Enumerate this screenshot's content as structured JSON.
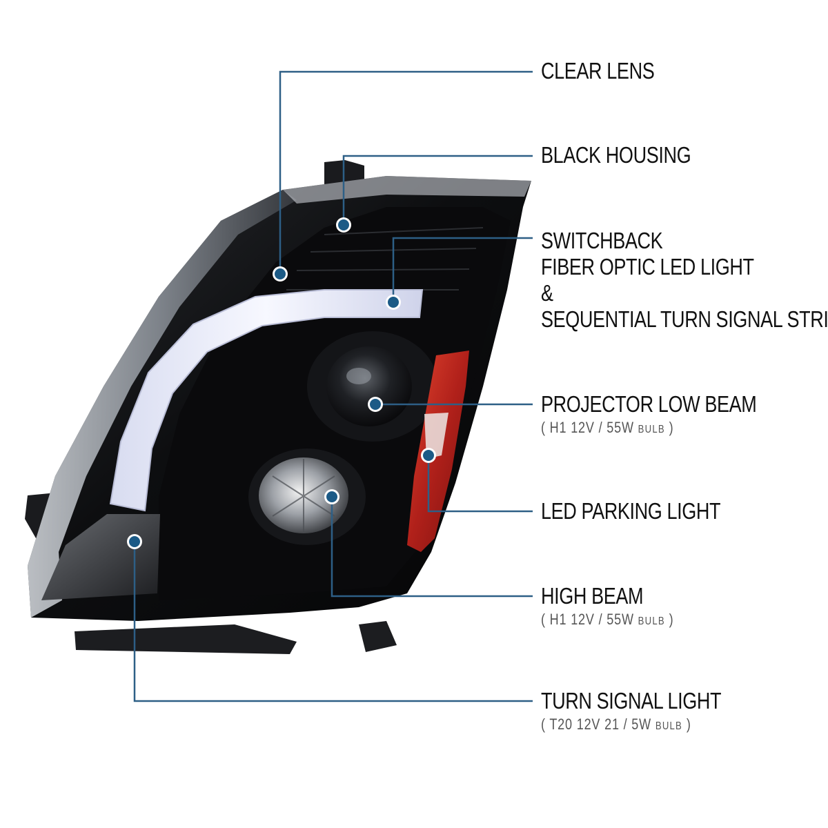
{
  "colors": {
    "callout_line": "#2d5f86",
    "callout_dot": "#1b5a86",
    "housing": "#0b0b0d",
    "drl_strip": "#eef0fa",
    "amber_reflector": "#b0201a"
  },
  "callouts": {
    "clear_lens": {
      "title": "CLEAR LENS"
    },
    "black_housing": {
      "title": "BLACK HOUSING"
    },
    "switchback": {
      "line1": "SWITCHBACK",
      "line2": "FIBER OPTIC LED LIGHT",
      "line3": "&",
      "line4": "SEQUENTIAL TURN SIGNAL STRIP"
    },
    "projector_low_beam": {
      "title": "PROJECTOR LOW BEAM",
      "spec_open": "( H1  12V / 55W ",
      "spec_unit": "BULB",
      "spec_close": " )"
    },
    "led_parking": {
      "title": "LED PARKING LIGHT"
    },
    "high_beam": {
      "title": "HIGH BEAM",
      "spec_open": "( H1  12V / 55W ",
      "spec_unit": "BULB",
      "spec_close": " )"
    },
    "turn_signal": {
      "title": "TURN SIGNAL LIGHT",
      "spec_open": "( T20  12V 21 / 5W ",
      "spec_unit": "BULB",
      "spec_close": " )"
    }
  }
}
